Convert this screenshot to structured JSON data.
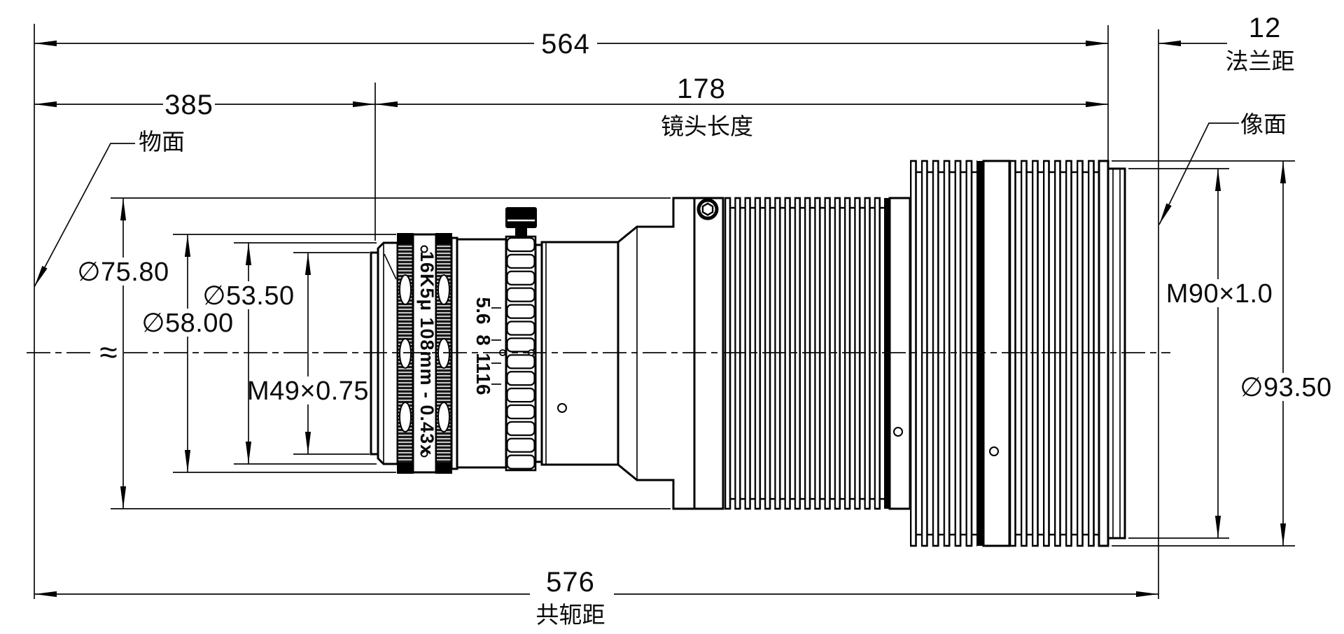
{
  "drawing": {
    "top_dims": {
      "overall": "564",
      "object_distance": "385",
      "lens_length_value": "178",
      "lens_length_label": "镜头长度",
      "flange_value": "12",
      "flange_label": "法兰距"
    },
    "bottom_dim": {
      "conjugate_value": "576",
      "conjugate_label": "共轭距"
    },
    "planes": {
      "object_plane": "物面",
      "image_plane": "像面"
    },
    "axis_break_symbol": "≈",
    "diameters": {
      "front_barrel": "∅75.80",
      "filter_rings": "∅58.00",
      "front_cell": "∅53.50",
      "front_thread": "M49×0.75",
      "rear_thread": "M90×1.0",
      "rear_housing": "∅93.50"
    },
    "lens": {
      "model_label": "16K5μ 108mm - 0.43x",
      "aperture_scale": [
        "5.6",
        "8",
        "11",
        "16"
      ]
    }
  }
}
